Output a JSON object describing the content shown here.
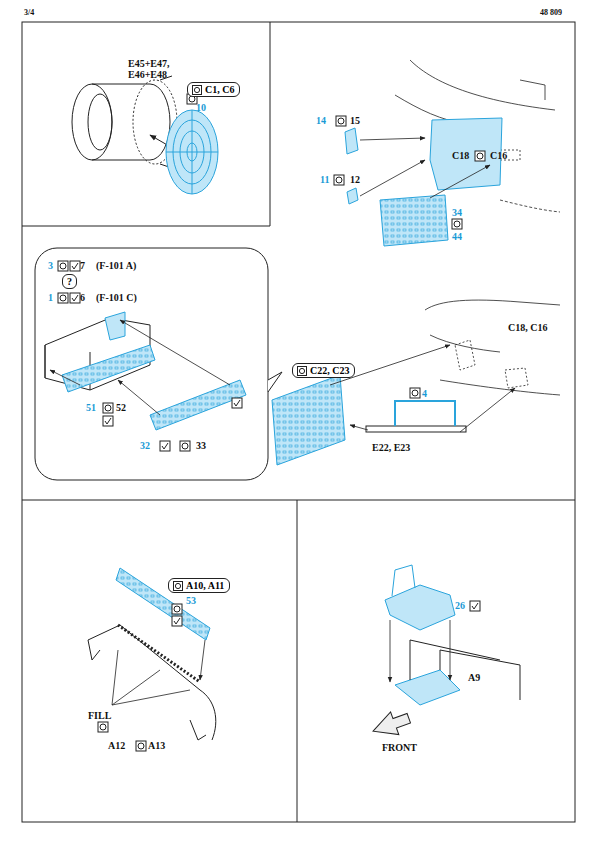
{
  "diagram": {
    "nodes": [
      {
        "text": [
          "C1, C6"
        ]
      },
      {
        "text": [
          "?"
        ]
      },
      {
        "text": [
          "C22, C23"
        ]
      },
      {
        "text": [
          "A10, A11"
        ]
      }
    ],
    "labels": [
      "3/4",
      "48 809",
      "E45+E47, E46+E48",
      "10",
      "14",
      "15",
      "C18",
      "C16",
      "11",
      "12",
      "34",
      "44",
      "3",
      "7",
      "(F-101 A)",
      "1",
      "6",
      "(F-101 C)",
      "51",
      "52",
      "32",
      "33",
      "C18, C16",
      "4",
      "E22, E23",
      "53",
      "FILL",
      "A12",
      "A13",
      "26",
      "A9",
      "FRONT"
    ]
  }
}
